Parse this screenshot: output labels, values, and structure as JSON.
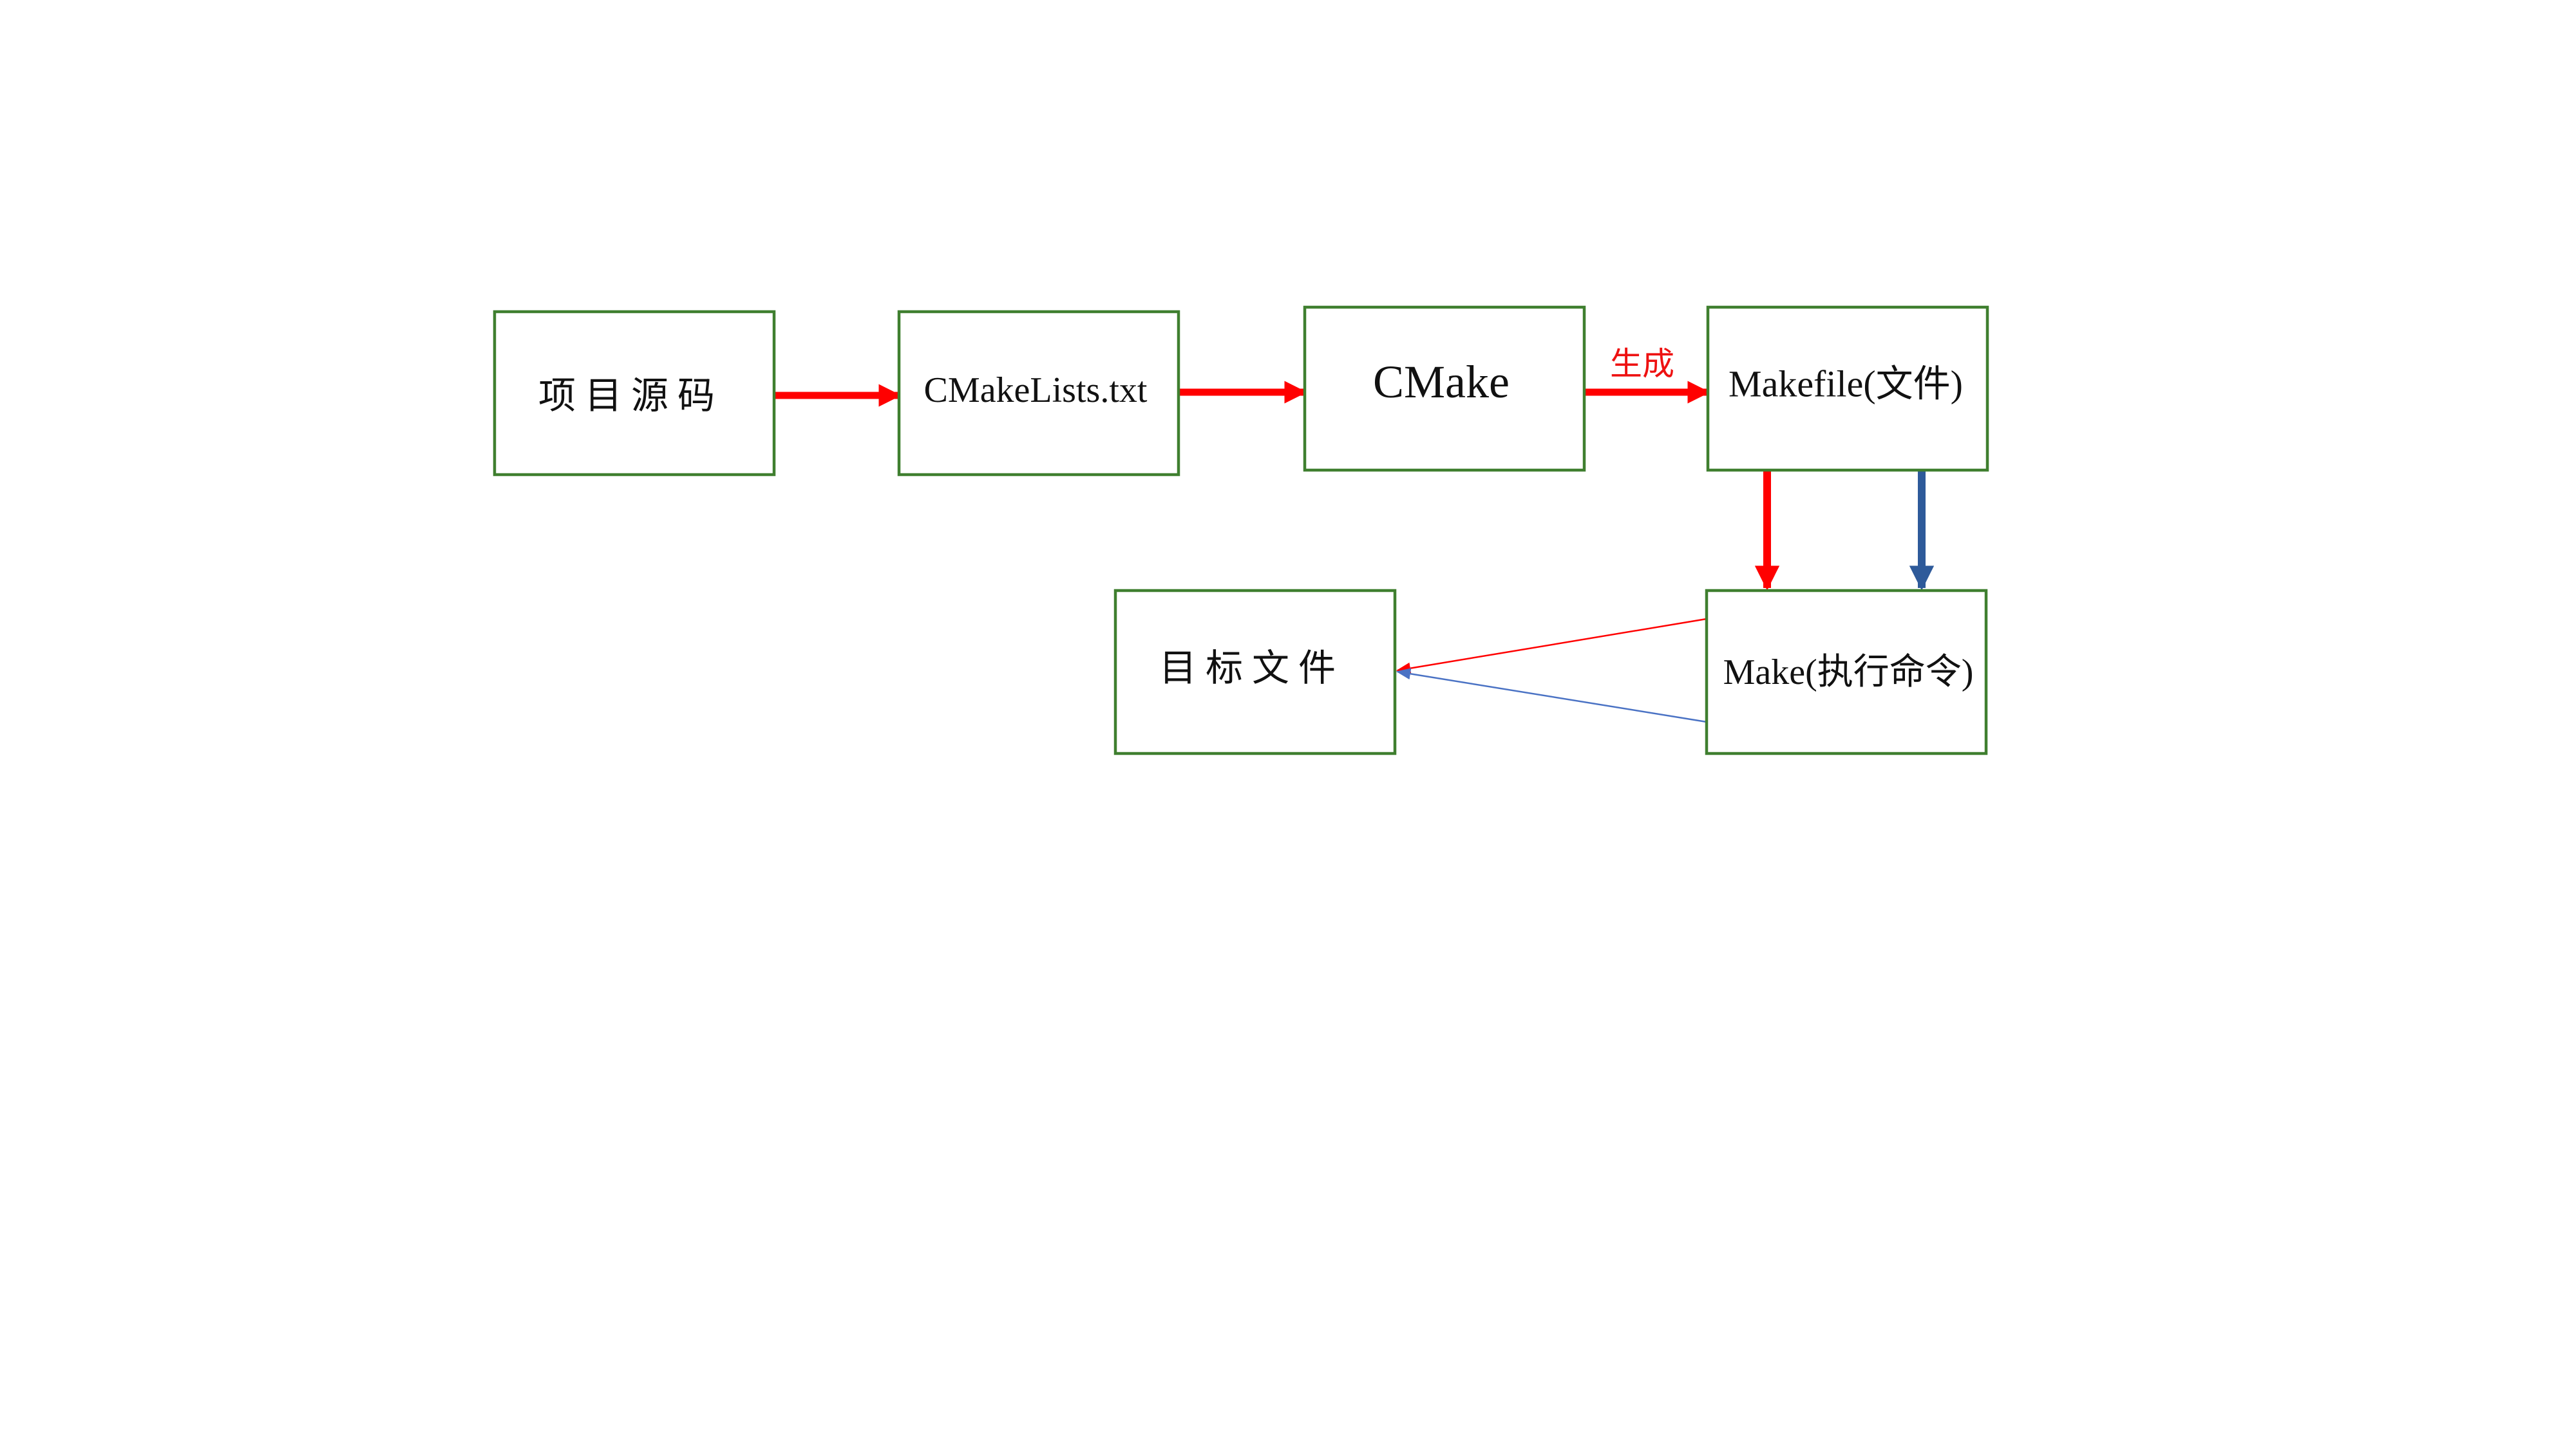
{
  "nodes": {
    "source": {
      "label": "项目源码"
    },
    "cmakelists": {
      "label": "CMakeLists.txt"
    },
    "cmake": {
      "label": "CMake"
    },
    "makefile": {
      "label": "Makefile(文件)"
    },
    "make": {
      "label": "Make(执行命令)"
    },
    "target": {
      "label": "目标文件"
    }
  },
  "edges": {
    "source_to_cmakelists": {
      "color": "#ff0000"
    },
    "cmakelists_to_cmake": {
      "color": "#ff0000"
    },
    "cmake_to_makefile": {
      "label": "生成",
      "color": "#ff0000"
    },
    "makefile_to_make_red": {
      "color": "#ff0000"
    },
    "makefile_to_make_blue": {
      "color": "#2e5a9a"
    },
    "make_to_target_red": {
      "color": "#ff0000"
    },
    "make_to_target_blue": {
      "color": "#4a72c4"
    }
  },
  "colors": {
    "box_border": "#3f7f2f",
    "flow_red": "#ff0000",
    "flow_blue": "#2e5a9a"
  }
}
